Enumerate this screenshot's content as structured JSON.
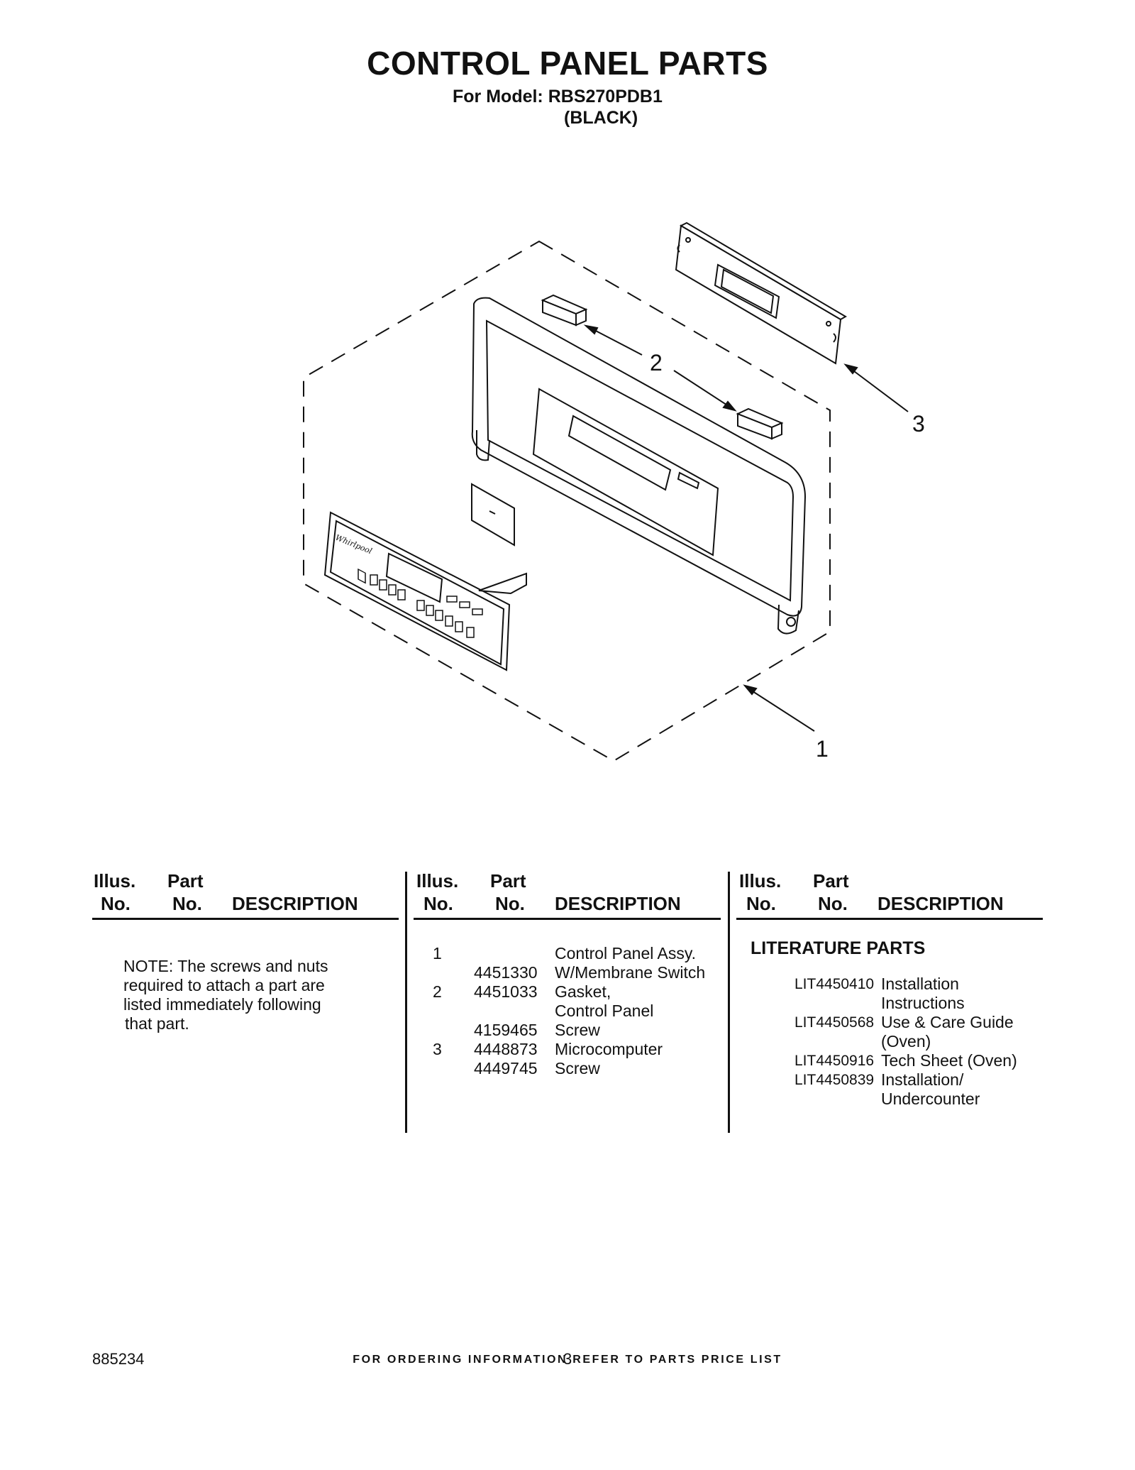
{
  "header": {
    "title": "CONTROL PANEL PARTS",
    "model_line": "For Model: RBS270PDB1",
    "color_line": "(BLACK)"
  },
  "diagram": {
    "callouts": [
      "1",
      "2",
      "3"
    ],
    "logo_text": "Whirlpool"
  },
  "table": {
    "headers": {
      "illus_top": "Illus.",
      "illus_bottom": "No.",
      "part_top": "Part",
      "part_bottom": "No.",
      "description": "DESCRIPTION"
    },
    "note": [
      "NOTE: The screws and nuts",
      "required to attach a part are",
      "listed immediately following",
      "that part."
    ],
    "parts": [
      {
        "illus": "1",
        "part": "",
        "desc": "Control Panel Assy."
      },
      {
        "illus": "",
        "part": "4451330",
        "desc": "W/Membrane Switch"
      },
      {
        "illus": "2",
        "part": "4451033",
        "desc": "Gasket,"
      },
      {
        "illus": "",
        "part": "",
        "desc": "Control Panel"
      },
      {
        "illus": "",
        "part": "4159465",
        "desc": "Screw"
      },
      {
        "illus": "3",
        "part": "4448873",
        "desc": "Microcomputer"
      },
      {
        "illus": "",
        "part": "4449745",
        "desc": "Screw"
      }
    ],
    "literature_heading": "LITERATURE PARTS",
    "literature": [
      {
        "part": "LIT4450410",
        "desc": "Installation"
      },
      {
        "part": "",
        "desc": "Instructions"
      },
      {
        "part": "LIT4450568",
        "desc": "Use & Care Guide"
      },
      {
        "part": "",
        "desc": "(Oven)"
      },
      {
        "part": "LIT4450916",
        "desc": "Tech Sheet (Oven)"
      },
      {
        "part": "LIT4450839",
        "desc": "Installation/"
      },
      {
        "part": "",
        "desc": "Undercounter"
      }
    ]
  },
  "footer": {
    "ordering": "FOR ORDERING INFORMATION REFER TO PARTS PRICE LIST",
    "doc_number": "885234",
    "page_number": "3"
  }
}
